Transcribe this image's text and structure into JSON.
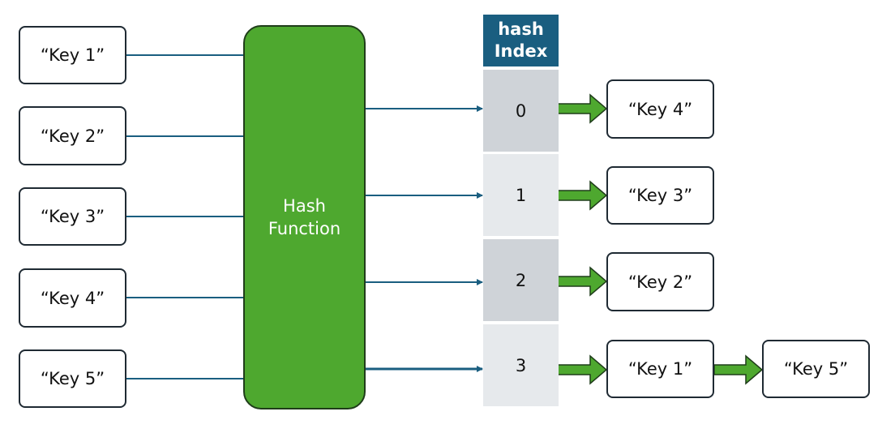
{
  "input_keys": [
    "“Key 1”",
    "“Key 2”",
    "“Key 3”",
    "“Key 4”",
    "“Key 5”"
  ],
  "hash_function": {
    "line1": "Hash",
    "line2": "Function"
  },
  "table": {
    "header_line1": "hash",
    "header_line2": "Index",
    "indices": [
      "0",
      "1",
      "2",
      "3"
    ]
  },
  "buckets": {
    "b0": "“Key 4”",
    "b1": "“Key 3”",
    "b2": "“Key 2”",
    "b3": "“Key 1”",
    "b3_chain": "“Key 5”"
  },
  "colors": {
    "hash_function": "#4ea82f",
    "header": "#1a5e80",
    "line": "#1a5e80",
    "arrow": "#4ea82f"
  }
}
